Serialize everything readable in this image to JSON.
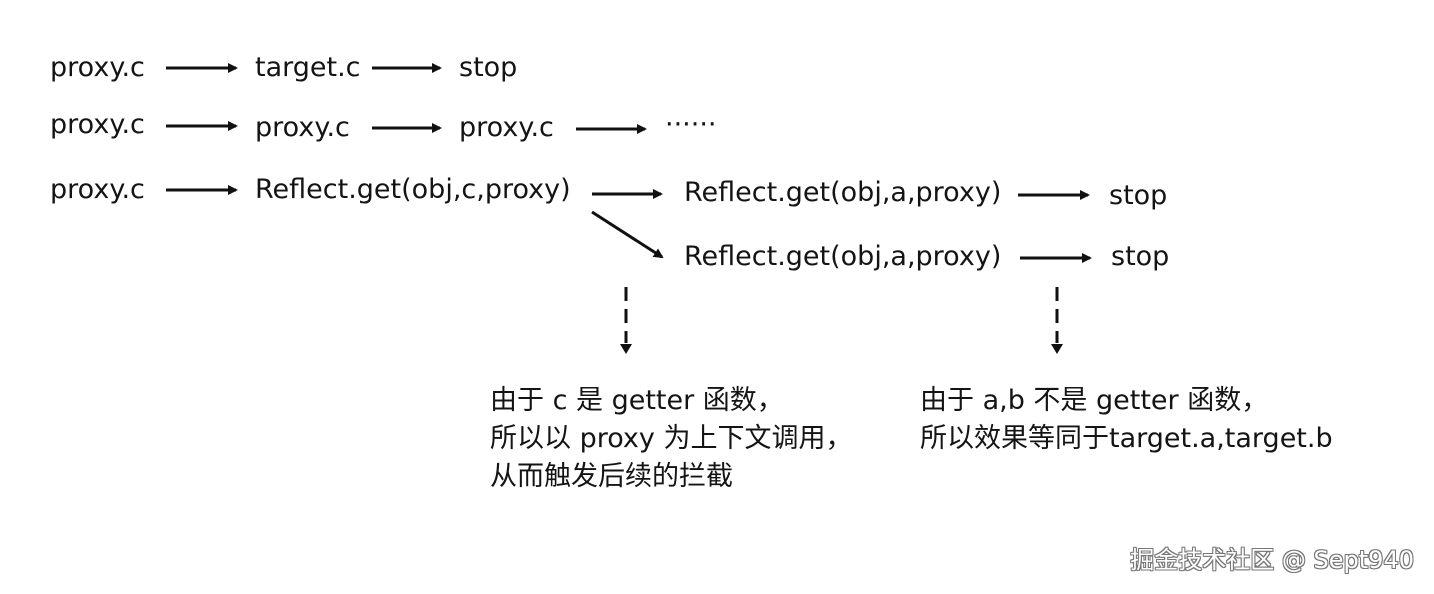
{
  "row1": {
    "n1": "proxy.c",
    "n2": "target.c",
    "n3": "stop"
  },
  "row2": {
    "n1": "proxy.c",
    "n2": "proxy.c",
    "n3": "proxy.c",
    "n4": "······"
  },
  "row3": {
    "n1": "proxy.c",
    "n2": "Reflect.get(obj,c,proxy)",
    "branch_top": "Reflect.get(obj,a,proxy)",
    "branch_top_end": "stop",
    "branch_bottom": "Reflect.get(obj,a,proxy)",
    "branch_bottom_end": "stop"
  },
  "notes": {
    "left": [
      "由于 c 是 getter 函数，",
      "所以以 proxy 为上下文调用，",
      "从而触发后续的拦截"
    ],
    "right": [
      "由于 a,b 不是 getter 函数，",
      "所以效果等同于target.a,target.b"
    ]
  },
  "watermark": "掘金技术社区 @ Sept940",
  "colors": {
    "text": "#141414",
    "arrow": "#111111",
    "background": "#ffffff"
  }
}
